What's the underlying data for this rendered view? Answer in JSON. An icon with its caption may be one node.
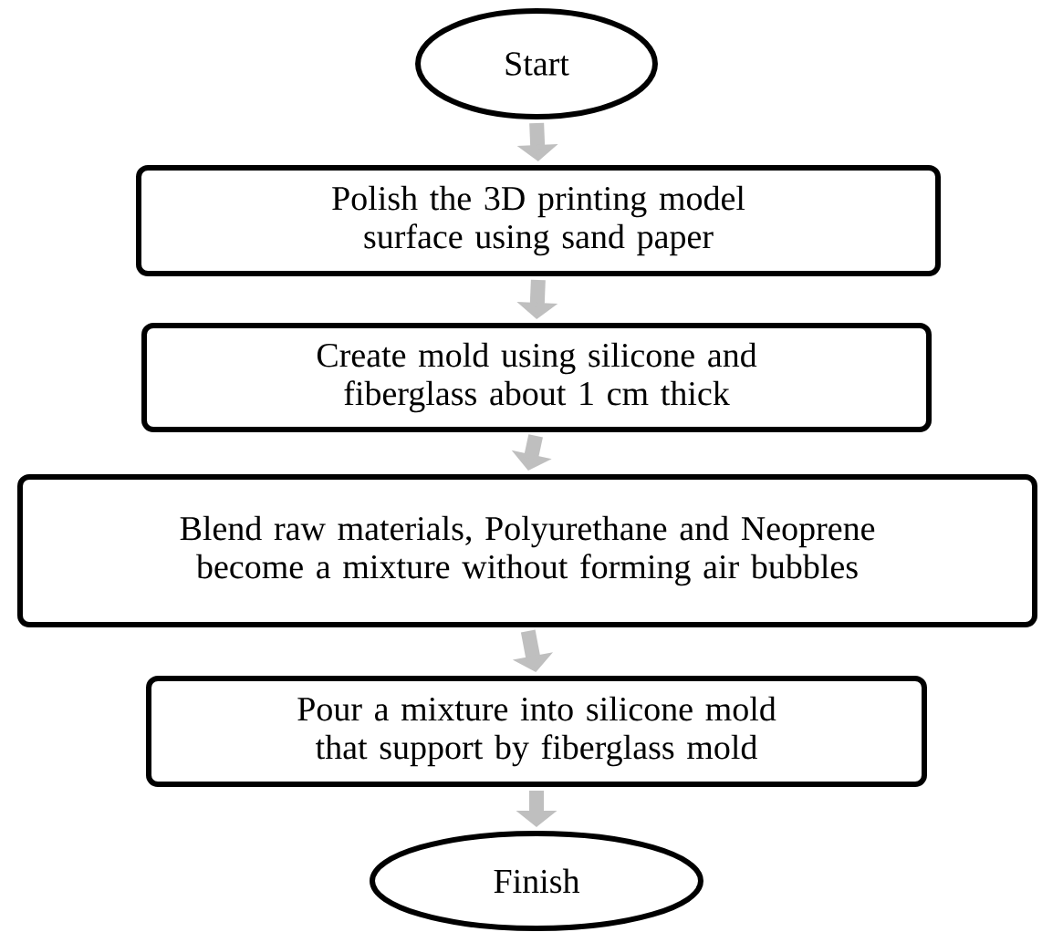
{
  "diagram": {
    "nodes": [
      {
        "text": [
          "Start"
        ]
      },
      {
        "text": [
          "Polish the 3D printing model surface using sand paper"
        ]
      },
      {
        "text": [
          "Create mold using silicone and fiberglass about 1 cm thick"
        ]
      },
      {
        "text": [
          "Blend raw materials, Polyurethane and Neoprene become a mixture without forming air bubbles"
        ]
      },
      {
        "text": [
          "Pour a mixture into silicone mold that support by fiberglass mold"
        ]
      },
      {
        "text": [
          "Finish"
        ]
      }
    ],
    "edges": [
      {
        "from": 0,
        "to": 1,
        "arrow": "to"
      },
      {
        "from": 1,
        "to": 2,
        "arrow": "to"
      },
      {
        "from": 2,
        "to": 3,
        "arrow": "to"
      },
      {
        "from": 3,
        "to": 4,
        "arrow": "to"
      },
      {
        "from": 4,
        "to": 5,
        "arrow": "to"
      }
    ]
  }
}
